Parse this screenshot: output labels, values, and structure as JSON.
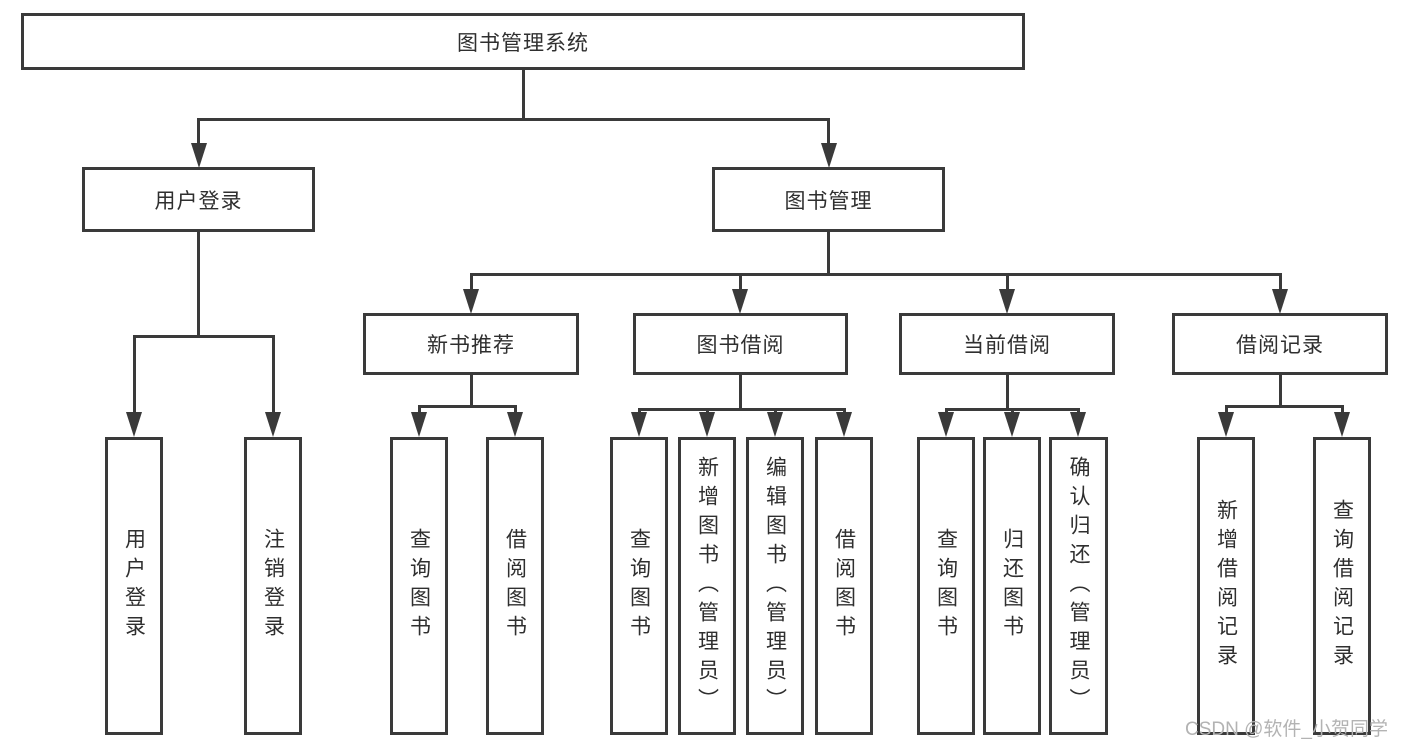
{
  "nodes": {
    "root": "图书管理系统",
    "user_login": "用户登录",
    "book_management": "图书管理",
    "new_book_recommend": "新书推荐",
    "book_borrowing": "图书借阅",
    "current_borrowing": "当前借阅",
    "borrowing_records": "借阅记录",
    "leaves": {
      "user_login_group": [
        "用户登录",
        "注销登录"
      ],
      "new_book_group": [
        "查询图书",
        "借阅图书"
      ],
      "borrow_group": [
        "查询图书",
        "新增图书（管理员）",
        "编辑图书（管理员）",
        "借阅图书"
      ],
      "current_group": [
        "查询图书",
        "归还图书",
        "确认归还（管理员）"
      ],
      "records_group": [
        "新增借阅记录",
        "查询借阅记录"
      ]
    }
  },
  "watermark": {
    "text": "CSDN @软件_小贺同学"
  },
  "colors": {
    "line": "#3a3a3a",
    "text": "#2f2f2f",
    "background": "#ffffff",
    "watermark": "#b3b3b3"
  }
}
